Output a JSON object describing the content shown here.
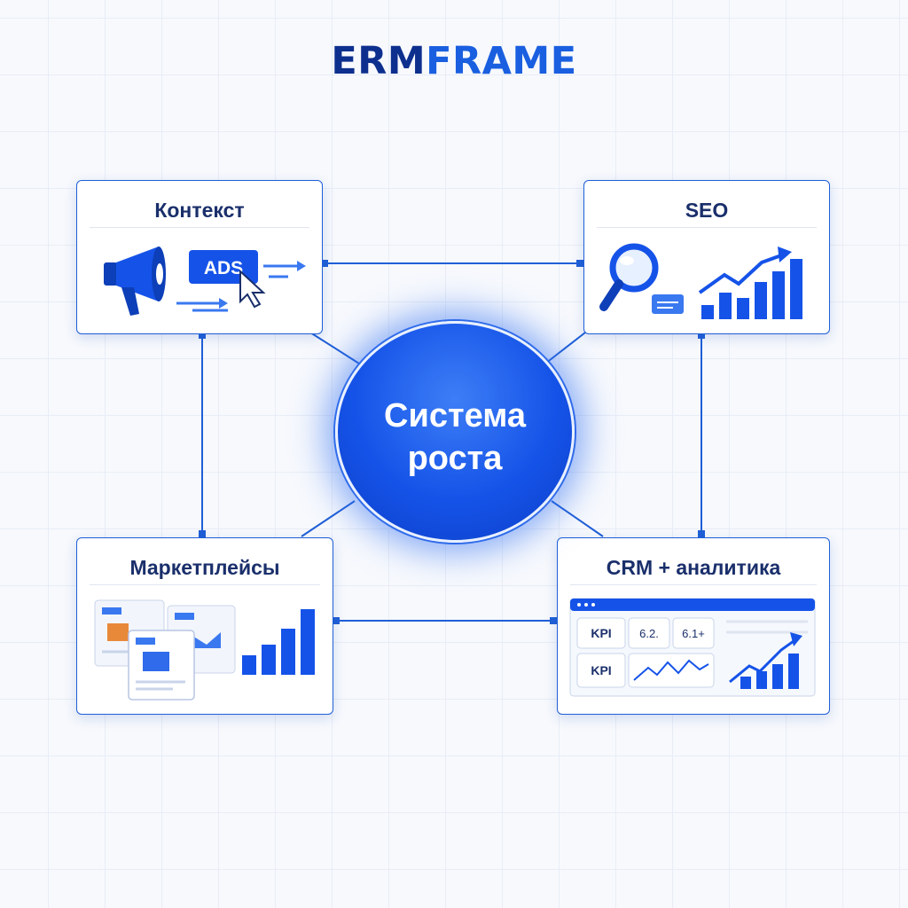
{
  "logo": {
    "part1": "ERM",
    "part2": "FRAME"
  },
  "hub": {
    "line1": "Система",
    "line2": "роста"
  },
  "cards": {
    "context": {
      "title": "Контекст",
      "ads_label": "ADS"
    },
    "seo": {
      "title": "SEO"
    },
    "marketplaces": {
      "title": "Маркетплейсы"
    },
    "crm": {
      "title": "CRM + аналитика",
      "kpi1": "KPI",
      "kpi2": "KPI",
      "val1": "6.2.",
      "val2": "6.1+"
    }
  },
  "colors": {
    "primary": "#1553e8",
    "dark": "#0d2f8e",
    "accent": "#1a5fe0",
    "orange": "#e8893a"
  }
}
